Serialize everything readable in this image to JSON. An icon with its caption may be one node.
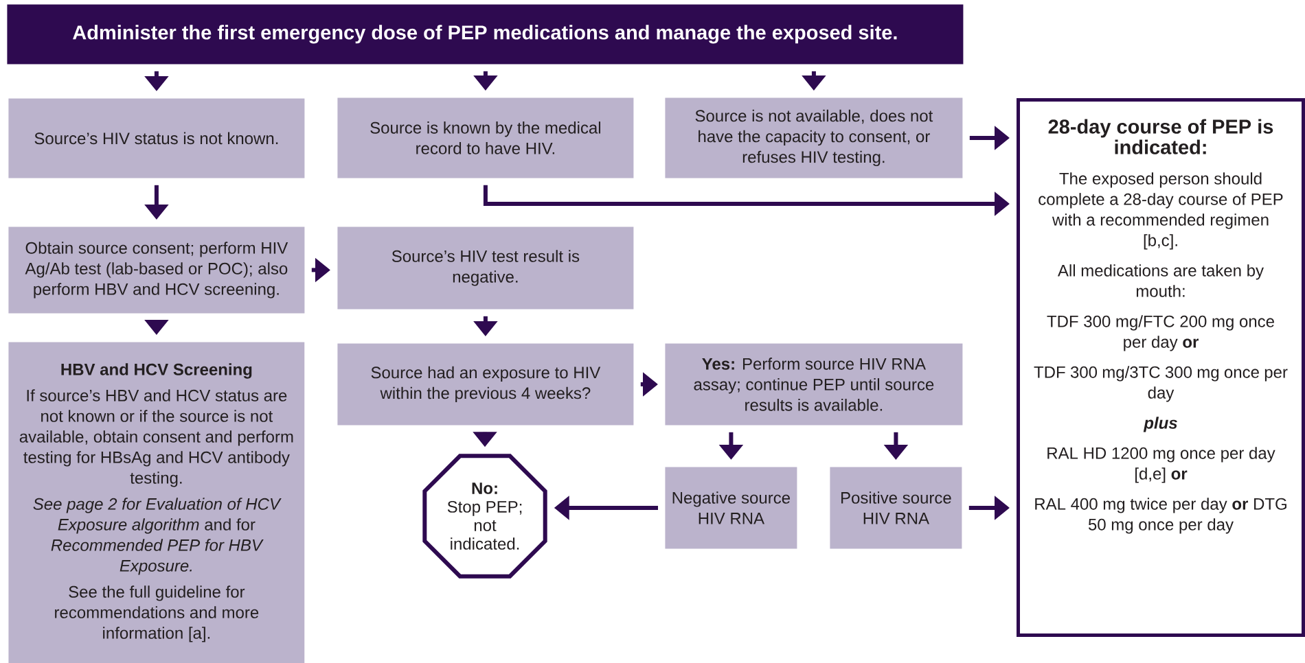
{
  "diagram": {
    "nodes": [
      {
        "text": [
          "Administer the first emergency dose of PEP medications and manage the exposed site."
        ]
      },
      {
        "text": [
          "Source’s HIV status is not known."
        ]
      },
      {
        "text": [
          "Source is known by the medical record to have HIV."
        ]
      },
      {
        "text": [
          "Source is not available, does not have the capacity to consent, or refuses HIV testing."
        ]
      },
      {
        "text": [
          "28-day course of PEP is indicated:",
          "The exposed person should complete a 28-day course of PEP with a recommended regimen [b,c].",
          "All medications are taken by mouth:",
          "TDF 300 mg/FTC 200 mg once per day **or**",
          "TDF 300 mg/3TC 300 mg once per day",
          "plus",
          "RAL HD 1200 mg once per day [d,e] **or**",
          "RAL 400 mg twice per day **or** DTG 50 mg once per day"
        ]
      },
      {
        "text": [
          "Obtain source consent; perform HIV Ag/Ab test (lab-based or POC); also perform HBV and HCV screening."
        ]
      },
      {
        "text": [
          "Source’s HIV test result is negative."
        ]
      },
      {
        "text": [
          "HBV and HCV Screening",
          "If source’s HBV and HCV status are not known or if the source is not available, obtain consent and perform testing for HBsAg and HCV antibody testing.",
          "*See page 2 for Evaluation of HCV Exposure algorithm* and for *Recommended PEP for HBV Exposure.*",
          "See the full guideline for recommendations and more information [a]."
        ]
      },
      {
        "text": [
          "Source had an exposure to HIV within the previous 4 weeks?"
        ]
      },
      {
        "text": [
          "**Yes:** Perform source HIV RNA assay; continue PEP until source results is available."
        ]
      },
      {
        "text": [
          "No:",
          "Stop PEP; not indicated."
        ]
      },
      {
        "text": [
          "Negative source HIV RNA"
        ]
      },
      {
        "text": [
          "Positive source HIV RNA"
        ]
      }
    ],
    "edges": [
      {
        "from": 0,
        "to": 1,
        "arrow": "to"
      },
      {
        "from": 0,
        "to": 2,
        "arrow": "to"
      },
      {
        "from": 0,
        "to": 3,
        "arrow": "to"
      },
      {
        "from": 3,
        "to": 4,
        "arrow": "to"
      },
      {
        "from": 2,
        "to": 4,
        "arrow": "to"
      },
      {
        "from": 1,
        "to": 5,
        "arrow": "to"
      },
      {
        "from": 5,
        "to": 6,
        "arrow": "to"
      },
      {
        "from": 5,
        "to": 7,
        "arrow": "to"
      },
      {
        "from": 6,
        "to": 8,
        "arrow": "to"
      },
      {
        "from": 8,
        "to": 9,
        "arrow": "to"
      },
      {
        "from": 8,
        "to": 10,
        "arrow": "to"
      },
      {
        "from": 9,
        "to": 11,
        "arrow": "to"
      },
      {
        "from": 9,
        "to": 12,
        "arrow": "to"
      },
      {
        "from": 11,
        "to": 10,
        "arrow": "to"
      },
      {
        "from": 12,
        "to": 4,
        "arrow": "to"
      }
    ]
  }
}
